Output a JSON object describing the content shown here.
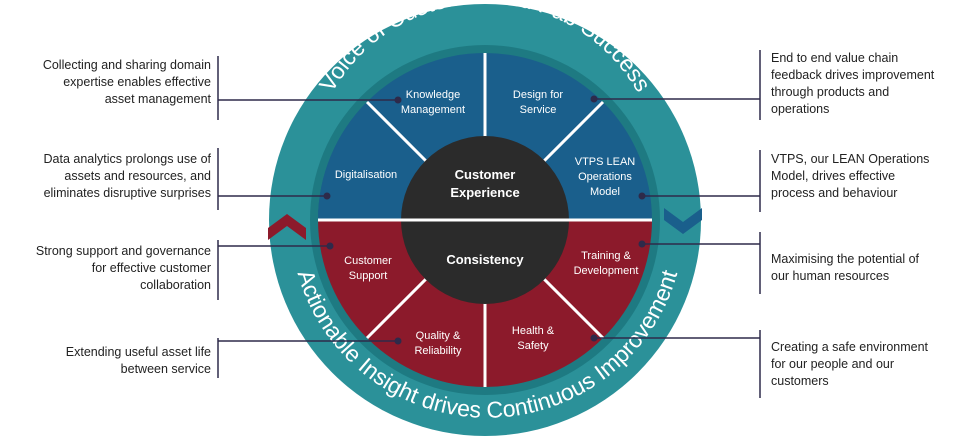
{
  "ring": {
    "top_text": "Voice of Customer and Fab Success",
    "bottom_text": "Actionable Insight drives Continuous Improvement"
  },
  "hub": {
    "top": {
      "line1": "Customer",
      "line2": "Experience"
    },
    "bottom": "Consistency"
  },
  "segments": {
    "knowledge": [
      "Knowledge",
      "Management"
    ],
    "design": [
      "Design for",
      "Service"
    ],
    "vtps": [
      "VTPS LEAN",
      "Operations",
      "Model"
    ],
    "digitalisation": [
      "Digitalisation"
    ],
    "training": [
      "Training &",
      "Development"
    ],
    "support": [
      "Customer",
      "Support"
    ],
    "health": [
      "Health &",
      "Safety"
    ],
    "quality": [
      "Quality &",
      "Reliability"
    ]
  },
  "notes": {
    "knowledge": [
      "Collecting and sharing domain",
      "expertise enables effective",
      "asset management"
    ],
    "digitalisation": [
      "Data analytics prolongs use of",
      "assets and resources, and",
      "eliminates disruptive surprises"
    ],
    "support": [
      "Strong support and governance",
      "for effective customer",
      "collaboration"
    ],
    "quality": [
      "Extending useful asset life",
      "between service"
    ],
    "design": [
      "End to end value chain",
      "feedback drives improvement",
      "through products and",
      "operations"
    ],
    "vtps": [
      "VTPS, our LEAN Operations",
      "Model, drives effective",
      "process and behaviour"
    ],
    "training": [
      "Maximising the potential of",
      "our human resources"
    ],
    "health": [
      "Creating a safe environment",
      "for our people and our",
      "customers"
    ]
  },
  "colors": {
    "ring": "#2b9199",
    "ring_edge": "#1e7a82",
    "blue": "#1a5f8c",
    "red": "#8c1a2b",
    "hub": "#2b2b2b",
    "leader": "#2e2a4a"
  }
}
